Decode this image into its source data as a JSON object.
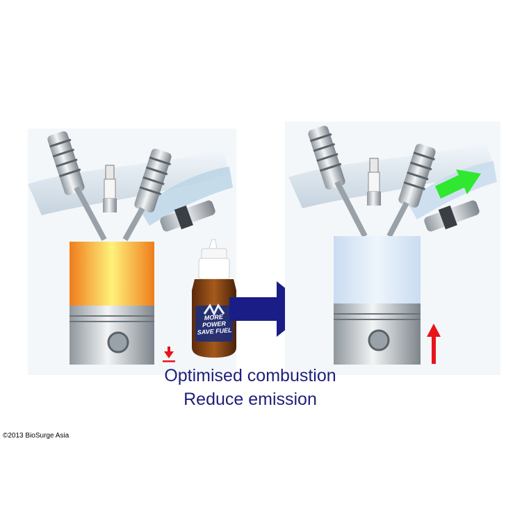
{
  "caption": {
    "line1": "Optimised combustion",
    "line2": "Reduce emission"
  },
  "copyright": "©2013 BioSurge Asia",
  "bottle": {
    "label_line1": "MORE POWER",
    "label_line2": "SAVE FUEL"
  },
  "colors": {
    "caption_text": "#1e1f7a",
    "big_arrow": "#1a1d86",
    "hot_chamber_left": "#f08a20",
    "hot_chamber_center": "#fff47a",
    "clean_chamber": "#dbe9f7",
    "red_arrow": "#e8141b",
    "green_arrow": "#2fe82f"
  },
  "icons": {
    "down_indicator": "red-down-arrow-icon",
    "up_indicator": "red-up-arrow-icon",
    "flow_arrow": "green-flow-arrow-icon",
    "process_arrow": "blue-right-arrow-icon"
  }
}
